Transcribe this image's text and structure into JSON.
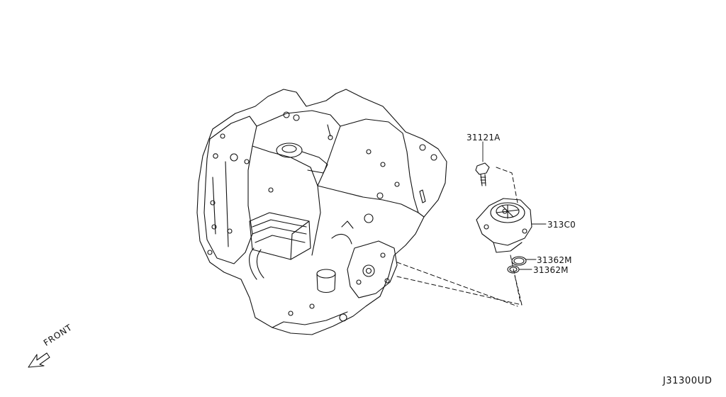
{
  "callouts": {
    "bolt": "31121A",
    "pump": "313C0",
    "oring_upper": "31362M",
    "oring_lower": "31362M"
  },
  "diagram_code": "J31300UD",
  "front_label": "FRONT",
  "icons": {
    "front_arrow": "front-arrow-icon"
  },
  "colors": {
    "line": "#111111",
    "background": "#ffffff"
  }
}
